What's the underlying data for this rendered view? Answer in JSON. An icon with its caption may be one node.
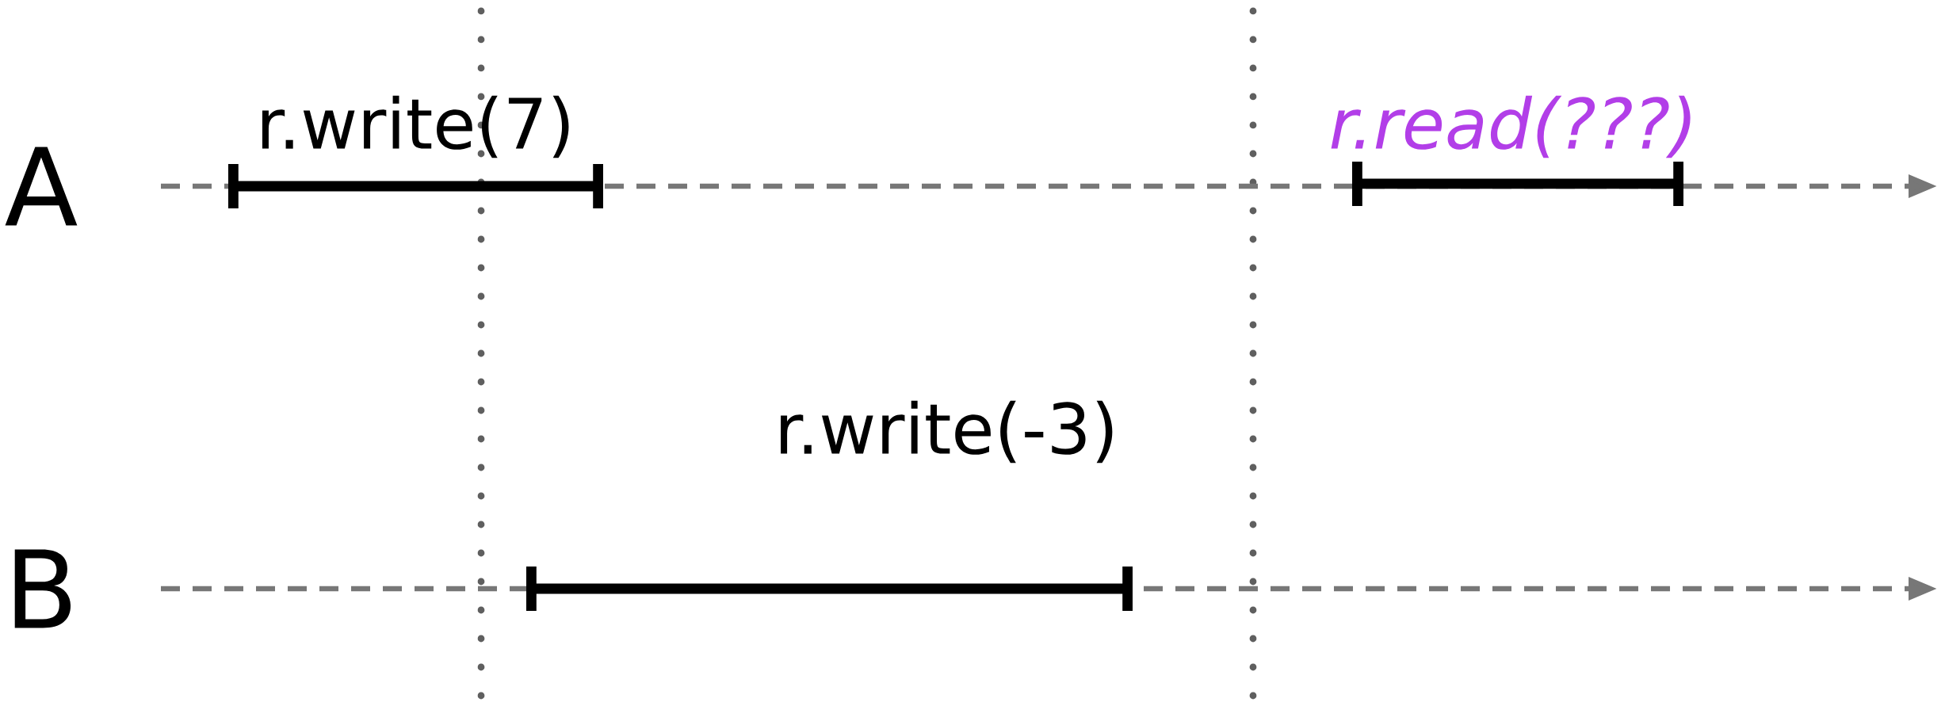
{
  "diagram": {
    "labels": [
      "A",
      "r.write(7)",
      "r.read(???)",
      "B",
      "r.write(-3)"
    ]
  }
}
